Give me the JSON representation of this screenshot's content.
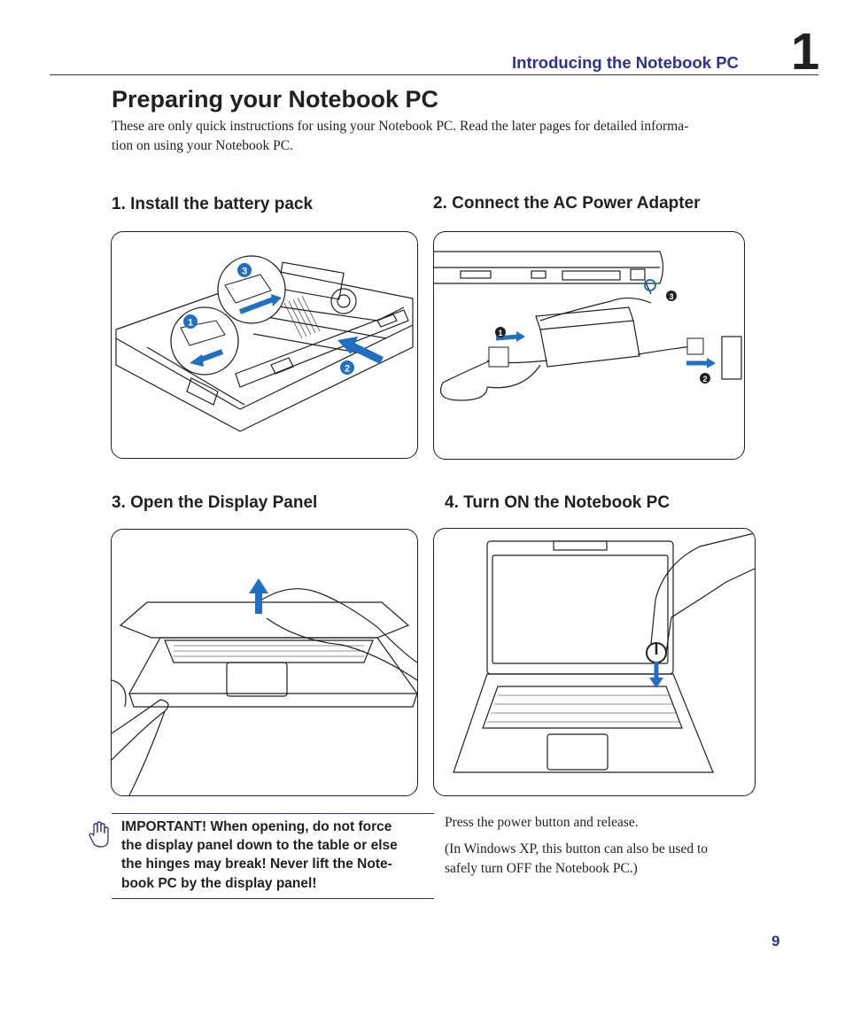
{
  "header": {
    "section_title": "Introducing the Notebook PC",
    "chapter_number": "1"
  },
  "page": {
    "title": "Preparing your Notebook PC",
    "intro_line1": "These are only quick instructions for using your Notebook PC. Read the later pages for detailed informa-",
    "intro_line2": "tion on using your Notebook PC.",
    "page_number": "9"
  },
  "steps": [
    {
      "heading": "1. Install the battery pack",
      "callouts": [
        "3",
        "1",
        "2"
      ]
    },
    {
      "heading": "2. Connect the AC Power Adapter",
      "callouts": [
        "1",
        "3",
        "2"
      ]
    },
    {
      "heading": "3. Open the Display Panel"
    },
    {
      "heading": "4. Turn ON the Notebook PC"
    }
  ],
  "important_note": {
    "icon": "hand-icon",
    "lines": [
      "IMPORTANT!  When opening, do not force",
      "the display panel down to the table or else",
      "the hinges may break! Never lift the Note-",
      "book PC by the display panel!"
    ]
  },
  "power_instructions": {
    "line1": "Press the power button and release.",
    "line2a": "(In Windows XP, this button can also be used to",
    "line2b": "safely turn OFF the Notebook PC.)"
  },
  "colors": {
    "accent_blue": "#2e3192",
    "arrow_blue": "#1f6fc4",
    "text": "#231f20"
  }
}
